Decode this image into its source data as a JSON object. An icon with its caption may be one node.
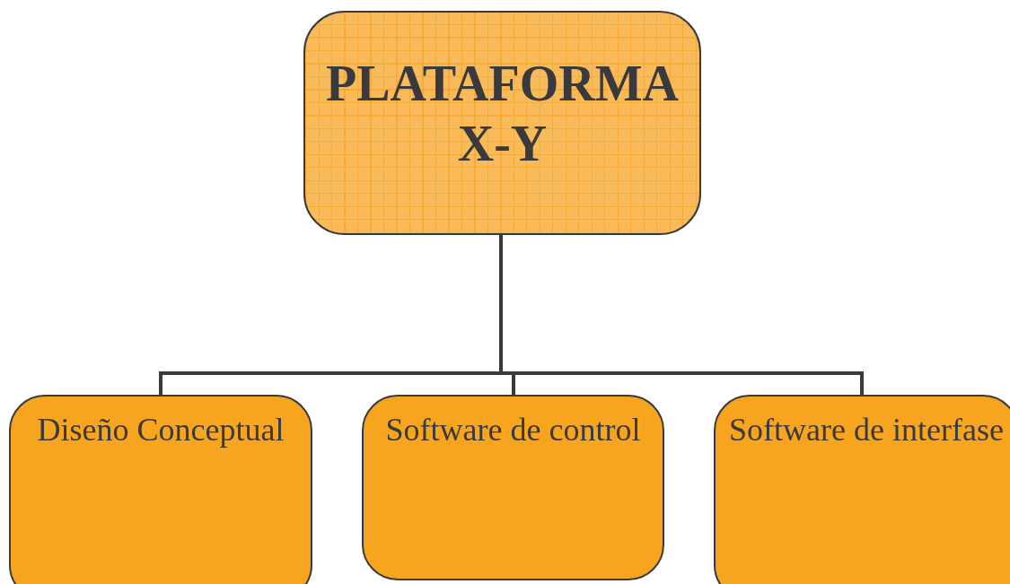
{
  "diagram": {
    "nodes": [
      {
        "text": [
          "PLATAFORMA X-Y"
        ]
      },
      {
        "text": [
          "Diseño Conceptual"
        ]
      },
      {
        "text": [
          "Software de control"
        ]
      },
      {
        "text": [
          "Software de interfase"
        ]
      }
    ],
    "edges": [
      {
        "from": 0,
        "to": 1,
        "arrow": "none"
      },
      {
        "from": 0,
        "to": 2,
        "arrow": "none"
      },
      {
        "from": 0,
        "to": 3,
        "arrow": "none"
      }
    ]
  }
}
